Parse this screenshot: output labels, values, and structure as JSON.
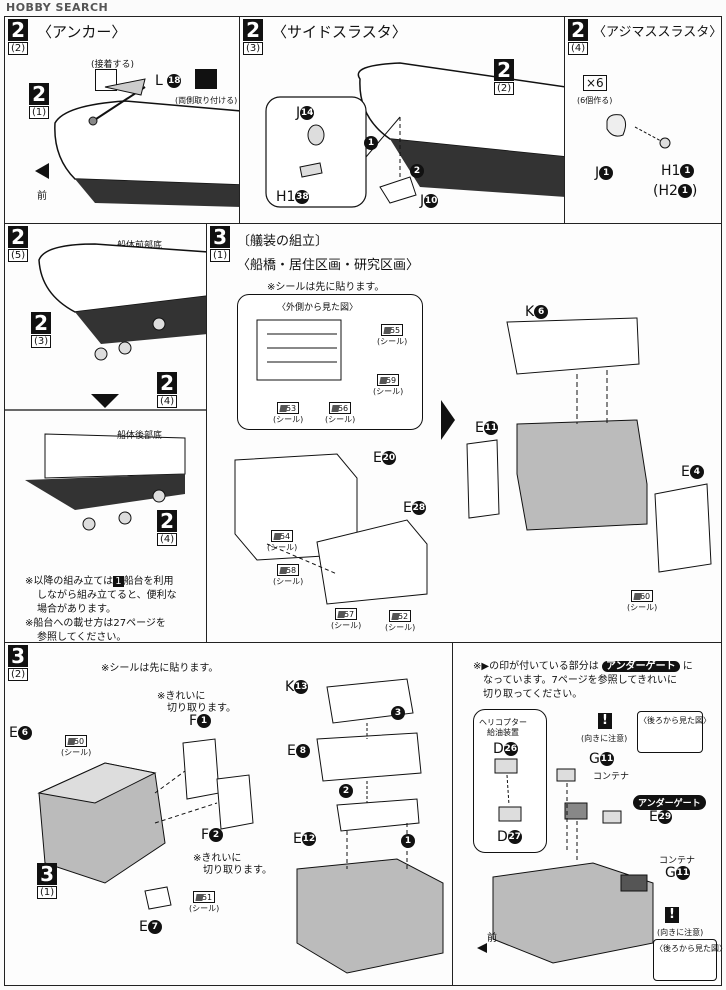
{
  "watermark": "HOBBY SEARCH",
  "panels": {
    "p1": {
      "step": "2",
      "sub": "(2)",
      "title": "〈アンカー〉",
      "glue": "(接着する)",
      "part": "L",
      "part_no": "18",
      "both": "(両側取り付ける)",
      "ref_step": "2",
      "ref_sub": "(1)",
      "front": "前"
    },
    "p2": {
      "step": "2",
      "sub": "(3)",
      "title": "〈サイドスラスタ〉",
      "ref_step": "2",
      "ref_sub": "(2)",
      "j14": "J",
      "j14_no": "14",
      "h1": "H1",
      "h1_no": "38",
      "j10": "J",
      "j10_no": "10",
      "n1": "1",
      "n2": "2"
    },
    "p3": {
      "step": "2",
      "sub": "(4)",
      "title": "〈アジマススラスタ〉",
      "times": "×6",
      "times_note": "(6個作る)",
      "j": "J",
      "j_no": "1",
      "h1": "H1",
      "h1_no": "1",
      "h2": "(H2",
      "h2_no": "1",
      "h2_close": ")"
    },
    "p4": {
      "step": "2",
      "sub": "(5)",
      "front_label": "船体前部底",
      "ref1_step": "2",
      "ref1_sub": "(3)",
      "ref2_step": "2",
      "ref2_sub": "(4)",
      "rear_label": "船体後部底",
      "ref3_step": "2",
      "ref3_sub": "(4)",
      "note1a": "※以降の組み立ては",
      "note1_num": "1",
      "note1b": "船台を利用",
      "note2": "しながら組み立てると、便利な",
      "note3": "場合があります。",
      "note4": "※船台への載せ方は27ページを",
      "note5": "参照してください。"
    },
    "p5": {
      "step": "3",
      "sub": "(1)",
      "title": "〔艤装の組立〕",
      "subtitle": "〈船橋・居住区画・研究区画〉",
      "seal_note": "※シールは先に貼ります。",
      "outside": "〈外側から見た図〉",
      "seal_word": "(シール)",
      "s55": "55",
      "s59": "59",
      "s53": "53",
      "s56": "56",
      "s54": "54",
      "s58": "58",
      "s57": "57",
      "s52": "52",
      "s60": "60",
      "e20": "E",
      "e20_no": "20",
      "e28": "E",
      "e28_no": "28",
      "k6": "K",
      "k6_no": "6",
      "e11": "E",
      "e11_no": "11",
      "e4": "E",
      "e4_no": "4"
    },
    "p6": {
      "step": "3",
      "sub": "(2)",
      "seal_note": "※シールは先に貼ります。",
      "clean1": "※きれいに",
      "clean2": "切り取ります。",
      "f1": "F",
      "f1_no": "1",
      "f2": "F",
      "f2_no": "2",
      "clean3": "※きれいに",
      "clean4": "切り取ります。",
      "e6": "E",
      "e6_no": "6",
      "s50": "50",
      "s51": "51",
      "seal_word": "(シール)",
      "ref_step": "3",
      "ref_sub": "(1)",
      "e7": "E",
      "e7_no": "7"
    },
    "p7": {
      "k13": "K",
      "k13_no": "13",
      "e8": "E",
      "e8_no": "8",
      "e12": "E",
      "e12_no": "12",
      "n1": "1",
      "n2": "2",
      "n3": "3"
    },
    "p8": {
      "note1a": "※",
      "note1b": "の印が付いている部分は",
      "ug": "アンダーゲート",
      "note1c": "に",
      "note2": "なっています。7ページを参照してきれいに",
      "note3": "切り取ってください。",
      "heli1": "ヘリコプター",
      "heli2": "給油装置",
      "d26": "D",
      "d26_no": "26",
      "d27": "D",
      "d27_no": "27",
      "caution": "(向きに注意)",
      "rear_view": "〈後ろから見た図〉",
      "g11": "G",
      "g11_no": "11",
      "container": "コンテナ",
      "ug2": "アンダーゲート",
      "e29": "E",
      "e29_no": "29",
      "container2": "コンテナ",
      "g11b": "G",
      "g11b_no": "11",
      "caution2": "(向きに注意)",
      "rear_view2": "〈後ろから見た図〉",
      "front": "前"
    }
  }
}
